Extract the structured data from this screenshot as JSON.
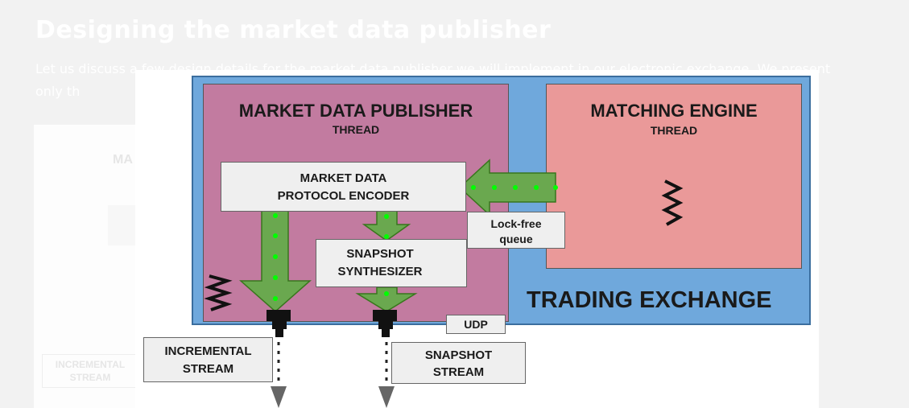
{
  "page": {
    "title": "Designing the market data publisher",
    "intro": "Let us discuss a few design details for the market data publisher we will implement in our electronic exchange. We present only th"
  },
  "faded_figure": {
    "label_line1": "INCREMENTAL",
    "label_line2": "STREAM",
    "ma_text": "MA"
  },
  "diagram": {
    "exchange_label": "TRADING EXCHANGE",
    "publisher_title": "MARKET DATA PUBLISHER",
    "publisher_subtitle": "THREAD",
    "engine_title": "MATCHING ENGINE",
    "engine_subtitle": "THREAD",
    "encoder_line1": "MARKET DATA",
    "encoder_line2": "PROTOCOL ENCODER",
    "snapshot_synth_line1": "SNAPSHOT",
    "snapshot_synth_line2": "SYNTHESIZER",
    "queue_line1": "Lock-free",
    "queue_line2": "queue",
    "udp_label": "UDP",
    "incremental_line1": "INCREMENTAL",
    "incremental_line2": "STREAM",
    "snapshot_stream_line1": "SNAPSHOT",
    "snapshot_stream_line2": "STREAM"
  },
  "colors": {
    "exchange_blue": "#6fa8dc",
    "publisher_purple": "#c27ba0",
    "engine_salmon": "#ea9999",
    "arrow_green": "#6aa84f",
    "dot_green": "#00ff00",
    "box_gray": "#efefef"
  },
  "icons": [
    "thread-squiggle-icon",
    "socket-connector-icon",
    "down-arrow-icon",
    "left-arrow-icon"
  ]
}
